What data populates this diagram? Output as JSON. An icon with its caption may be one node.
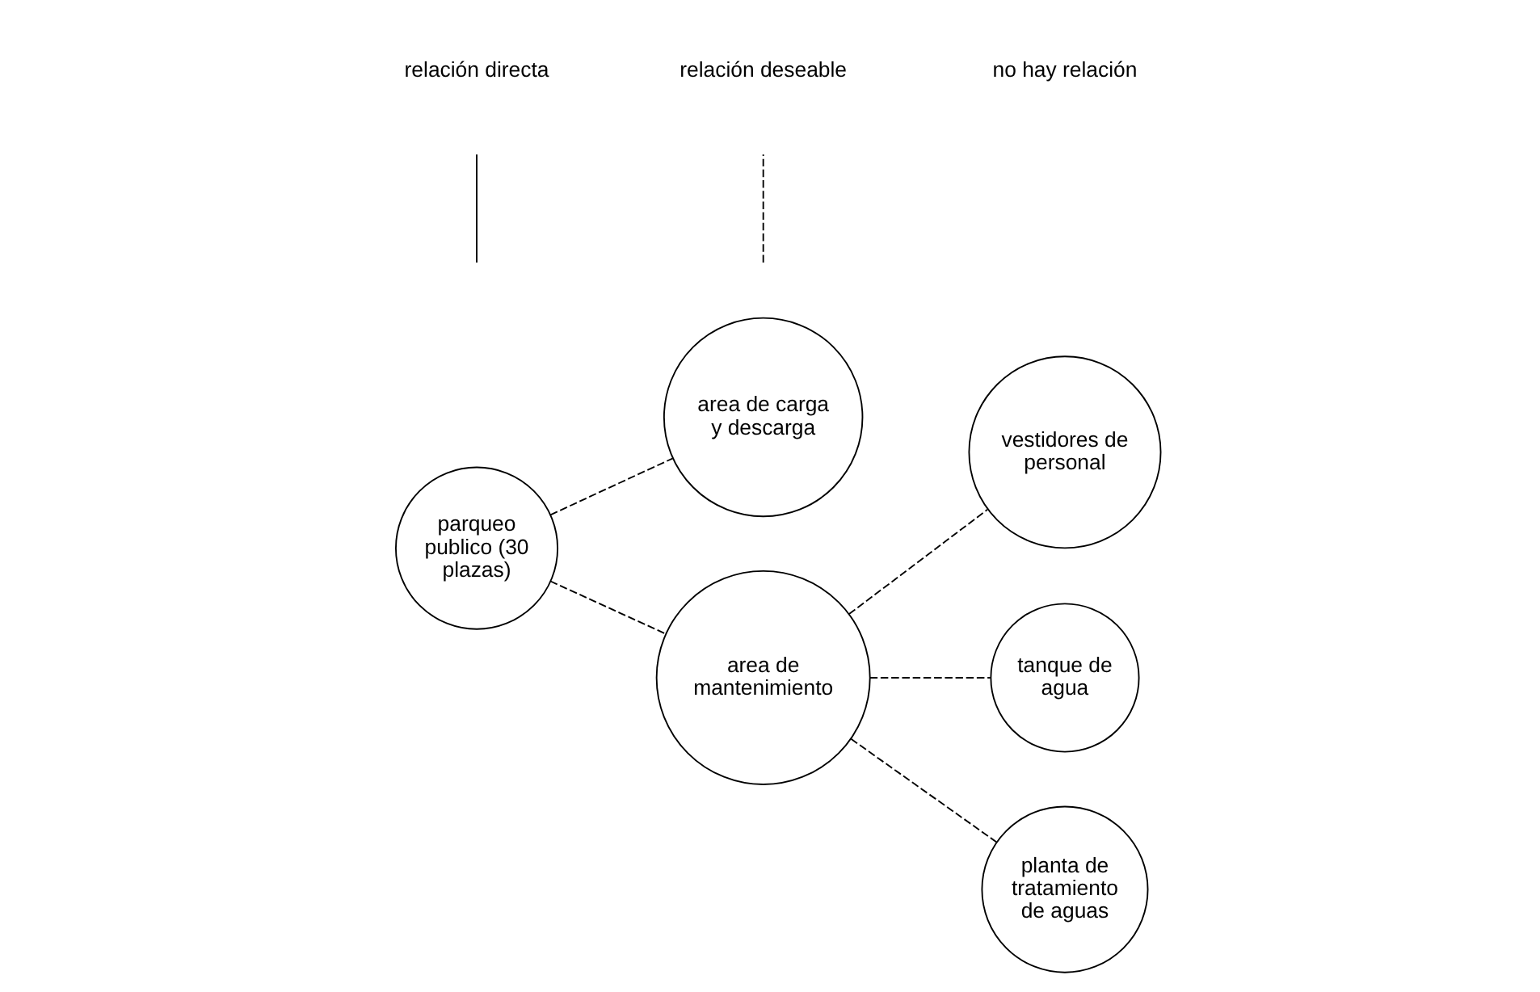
{
  "diagram": {
    "nodes": [
      {
        "text": [
          "area de carga y descarga"
        ]
      },
      {
        "text": [
          "parqueo publico (30 plazas)"
        ]
      },
      {
        "text": [
          "area de mantenimiento"
        ]
      },
      {
        "text": [
          "vestidores de personal"
        ]
      },
      {
        "text": [
          "tanque de agua"
        ]
      },
      {
        "text": [
          "planta de tratamiento de aguas"
        ]
      }
    ],
    "edges": [
      {
        "from": 1,
        "to": 0,
        "arrow": "none",
        "style": "dashed"
      },
      {
        "from": 1,
        "to": 2,
        "arrow": "none",
        "style": "dashed"
      },
      {
        "from": 2,
        "to": 3,
        "arrow": "none",
        "style": "dashed"
      },
      {
        "from": 2,
        "to": 4,
        "arrow": "none",
        "style": "dashed"
      },
      {
        "from": 2,
        "to": 5,
        "arrow": "none",
        "style": "dashed"
      }
    ],
    "legend": [
      {
        "text": "relación directa"
      },
      {
        "text": "relación deseable"
      },
      {
        "text": "no hay relación"
      }
    ]
  }
}
